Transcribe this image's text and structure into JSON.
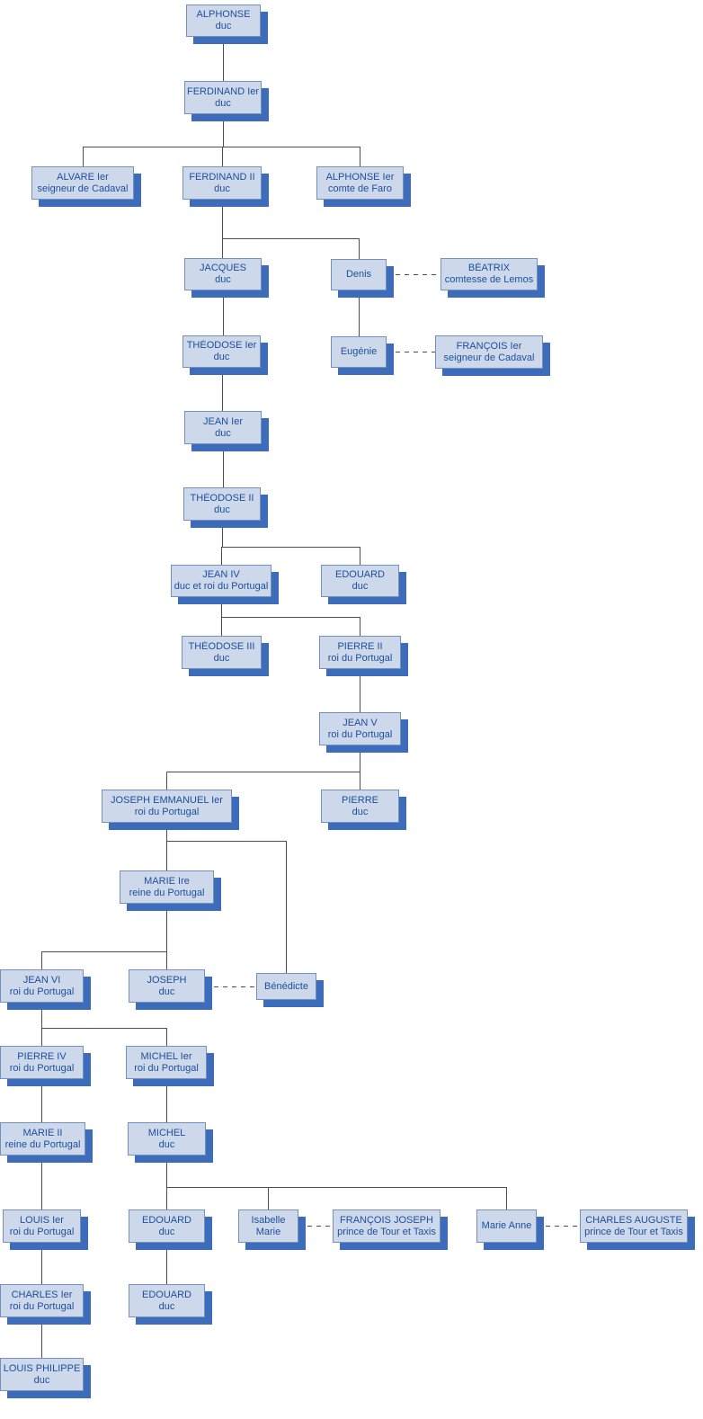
{
  "colors": {
    "box-fill": "#cdd9ea",
    "box-border": "#7490bc",
    "box-text": "#1d4e9e",
    "box-shadow": "#3c6cba",
    "line": "#4d4d4d",
    "bg": "#ffffff"
  },
  "nodes": [
    {
      "id": "alphonse",
      "name": "ALPHONSE",
      "title": "duc"
    },
    {
      "id": "ferdinand-1",
      "name": "FERDINAND Ier",
      "title": "duc"
    },
    {
      "id": "alvare-1",
      "name": "ALVARE Ier",
      "title": "seigneur de Cadaval"
    },
    {
      "id": "ferdinand-2",
      "name": "FERDINAND II",
      "title": "duc"
    },
    {
      "id": "alphonse-1-faro",
      "name": "ALPHONSE Ier",
      "title": "comte de Faro"
    },
    {
      "id": "jacques",
      "name": "JACQUES",
      "title": "duc"
    },
    {
      "id": "denis",
      "name": "Denis",
      "title": ""
    },
    {
      "id": "beatrix",
      "name": "BÉATRIX",
      "title": "comtesse de Lemos"
    },
    {
      "id": "theodose-1",
      "name": "THÉODOSE Ier",
      "title": "duc"
    },
    {
      "id": "eugenie",
      "name": "Eugénie",
      "title": ""
    },
    {
      "id": "francois-1",
      "name": "FRANÇOIS Ier",
      "title": "seigneur de Cadaval"
    },
    {
      "id": "jean-1",
      "name": "JEAN Ier",
      "title": "duc"
    },
    {
      "id": "theodose-2",
      "name": "THÉODOSE II",
      "title": "duc"
    },
    {
      "id": "jean-4",
      "name": "JEAN IV",
      "title": "duc et roi du Portugal"
    },
    {
      "id": "edouard-duc-1",
      "name": "EDOUARD",
      "title": "duc"
    },
    {
      "id": "theodose-3",
      "name": "THÉODOSE III",
      "title": "duc"
    },
    {
      "id": "pierre-2",
      "name": "PIERRE II",
      "title": "roi du Portugal"
    },
    {
      "id": "jean-5",
      "name": "JEAN V",
      "title": "roi du Portugal"
    },
    {
      "id": "joseph-emmanuel-1",
      "name": "JOSEPH EMMANUEL Ier",
      "title": "roi du Portugal"
    },
    {
      "id": "pierre-duc",
      "name": "PIERRE",
      "title": "duc"
    },
    {
      "id": "marie-1",
      "name": "MARIE Ire",
      "title": "reine du Portugal"
    },
    {
      "id": "jean-6",
      "name": "JEAN VI",
      "title": "roi du Portugal"
    },
    {
      "id": "joseph-duc",
      "name": "JOSEPH",
      "title": "duc"
    },
    {
      "id": "benedicte",
      "name": "Bénédicte",
      "title": ""
    },
    {
      "id": "pierre-4",
      "name": "PIERRE IV",
      "title": "roi du Portugal"
    },
    {
      "id": "michel-1",
      "name": "MICHEL Ier",
      "title": "roi du Portugal"
    },
    {
      "id": "marie-2",
      "name": "MARIE II",
      "title": "reine du Portugal"
    },
    {
      "id": "michel-duc",
      "name": "MICHEL",
      "title": "duc"
    },
    {
      "id": "louis-1",
      "name": "LOUIS Ier",
      "title": "roi du Portugal"
    },
    {
      "id": "edouard-duc-2",
      "name": "EDOUARD",
      "title": "duc"
    },
    {
      "id": "isabelle-marie",
      "name": "Isabelle",
      "title": "Marie"
    },
    {
      "id": "francois-joseph",
      "name": "FRANÇOIS JOSEPH",
      "title": "prince de Tour et Taxis"
    },
    {
      "id": "marie-anne",
      "name": "Marie Anne",
      "title": ""
    },
    {
      "id": "charles-auguste",
      "name": "CHARLES AUGUSTE",
      "title": "prince de Tour et Taxis"
    },
    {
      "id": "charles-1",
      "name": "CHARLES Ier",
      "title": "roi du Portugal"
    },
    {
      "id": "edouard-duc-3",
      "name": "EDOUARD",
      "title": "duc"
    },
    {
      "id": "louis-philippe",
      "name": "LOUIS PHILIPPE",
      "title": "duc"
    }
  ],
  "relations": {
    "parent_child": [
      [
        "alphonse",
        "ferdinand-1"
      ],
      [
        "ferdinand-1",
        "alvare-1"
      ],
      [
        "ferdinand-1",
        "ferdinand-2"
      ],
      [
        "ferdinand-1",
        "alphonse-1-faro"
      ],
      [
        "ferdinand-2",
        "jacques"
      ],
      [
        "ferdinand-2",
        "denis"
      ],
      [
        "denis",
        "eugenie"
      ],
      [
        "jacques",
        "theodose-1"
      ],
      [
        "theodose-1",
        "jean-1"
      ],
      [
        "jean-1",
        "theodose-2"
      ],
      [
        "theodose-2",
        "jean-4"
      ],
      [
        "theodose-2",
        "edouard-duc-1"
      ],
      [
        "jean-4",
        "theodose-3"
      ],
      [
        "jean-4",
        "pierre-2"
      ],
      [
        "pierre-2",
        "jean-5"
      ],
      [
        "jean-5",
        "joseph-emmanuel-1"
      ],
      [
        "jean-5",
        "pierre-duc"
      ],
      [
        "joseph-emmanuel-1",
        "marie-1"
      ],
      [
        "joseph-emmanuel-1",
        "benedicte"
      ],
      [
        "marie-1",
        "jean-6"
      ],
      [
        "marie-1",
        "joseph-duc"
      ],
      [
        "jean-6",
        "pierre-4"
      ],
      [
        "jean-6",
        "michel-1"
      ],
      [
        "pierre-4",
        "marie-2"
      ],
      [
        "michel-1",
        "michel-duc"
      ],
      [
        "marie-2",
        "louis-1"
      ],
      [
        "michel-duc",
        "edouard-duc-2"
      ],
      [
        "michel-duc",
        "isabelle-marie"
      ],
      [
        "michel-duc",
        "marie-anne"
      ],
      [
        "louis-1",
        "charles-1"
      ],
      [
        "edouard-duc-2",
        "edouard-duc-3"
      ],
      [
        "charles-1",
        "louis-philippe"
      ]
    ],
    "marriages": [
      [
        "denis",
        "beatrix"
      ],
      [
        "eugenie",
        "francois-1"
      ],
      [
        "joseph-duc",
        "benedicte"
      ],
      [
        "isabelle-marie",
        "francois-joseph"
      ],
      [
        "marie-anne",
        "charles-auguste"
      ]
    ]
  }
}
